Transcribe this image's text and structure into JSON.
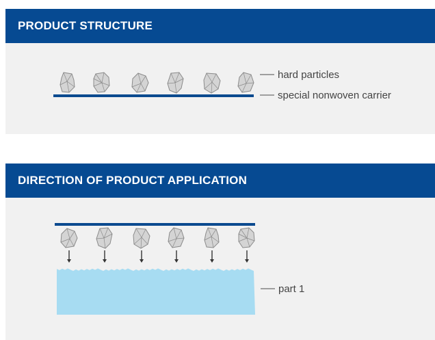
{
  "section1": {
    "title": "PRODUCT STRUCTURE",
    "labels": [
      "hard particles",
      "special nonwoven carrier"
    ]
  },
  "section2": {
    "title": "DIRECTION OF PRODUCT APPLICATION",
    "labels": [
      "part 1"
    ]
  },
  "colors": {
    "header_bg": "#064a92",
    "carrier": "#0b4a8f",
    "particle_fill": "#d4d4d4",
    "particle_stroke": "#8a8a8a",
    "part_fill": "#a7dcf2",
    "panel_bg": "#f1f1f1"
  }
}
